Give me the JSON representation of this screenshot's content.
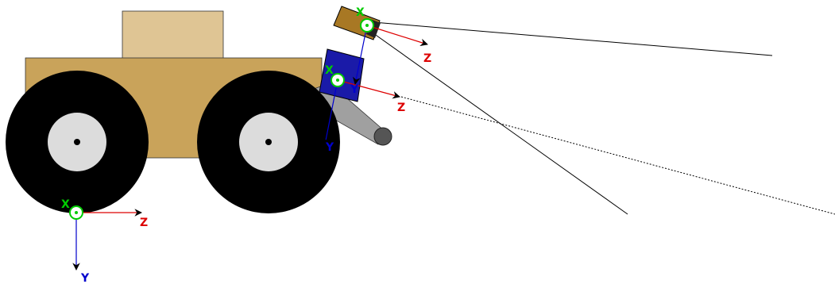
{
  "colors": {
    "chassis": "#c9a35a",
    "cabin": "#dfc594",
    "tire": "#000000",
    "hub": "#dcdcdc",
    "arm": "#a0a0a0",
    "arm_joint": "#555555",
    "sensor_blue": "#1a1aa8",
    "sensor_brown": "#a87824",
    "x_axis": "#00cc00",
    "y_axis": "#0000cc",
    "z_axis": "#dd0000",
    "ray": "#000000"
  },
  "frames": [
    {
      "id": "base",
      "x_label": "X",
      "y_label": "Y",
      "z_label": "Z"
    },
    {
      "id": "lidar",
      "x_label": "X",
      "y_label": "Y",
      "z_label": "Z"
    },
    {
      "id": "camera",
      "x_label": "X",
      "y_label": "Y",
      "z_label": "Z"
    }
  ]
}
